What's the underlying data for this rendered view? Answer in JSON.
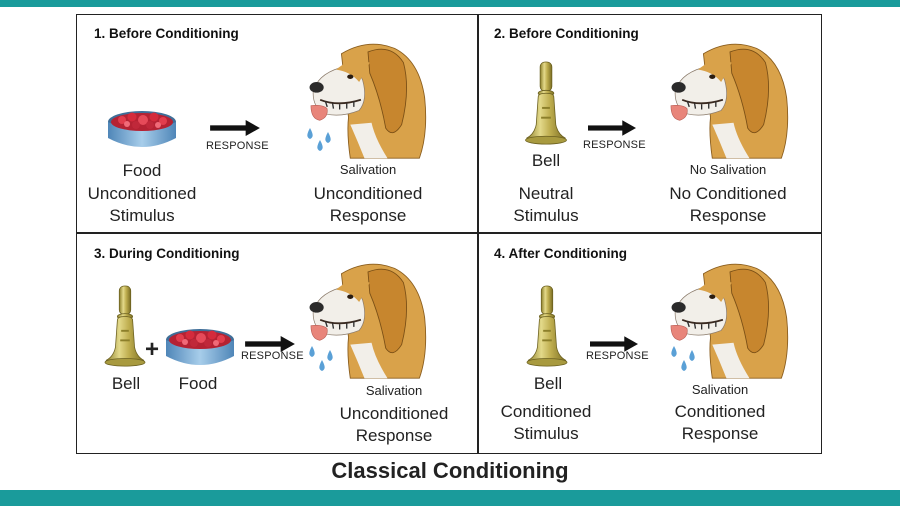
{
  "title": "Classical Conditioning",
  "response_label": "RESPONSE",
  "panels": [
    {
      "title": "1. Before Conditioning",
      "stimulus_name": "Food",
      "stimulus_line1": "Unconditioned",
      "stimulus_line2": "Stimulus",
      "effect": "Salivation",
      "response_line1": "Unconditioned",
      "response_line2": "Response"
    },
    {
      "title": "2. Before Conditioning",
      "stimulus_name": "Bell",
      "stimulus_line1": "Neutral",
      "stimulus_line2": "Stimulus",
      "effect": "No Salivation",
      "response_line1": "No Conditioned",
      "response_line2": "Response"
    },
    {
      "title": "3. During Conditioning",
      "stimulus_name": "Bell",
      "stimulus_name2": "Food",
      "plus": "+",
      "effect": "Salivation",
      "response_line1": "Unconditioned",
      "response_line2": "Response"
    },
    {
      "title": "4. After Conditioning",
      "stimulus_name": "Bell",
      "stimulus_line1": "Conditioned",
      "stimulus_line2": "Stimulus",
      "effect": "Salivation",
      "response_line1": "Conditioned",
      "response_line2": "Response"
    }
  ],
  "colors": {
    "accent_bar": "#1a9b9b",
    "dog_fur": "#d9a24a",
    "dog_white": "#f2efe9",
    "tongue": "#e8857a",
    "drool": "#5aa0d6",
    "bell": "#b8a84a",
    "food_red": "#cc2a3a",
    "bowl_blue": "#6fa9d6"
  }
}
